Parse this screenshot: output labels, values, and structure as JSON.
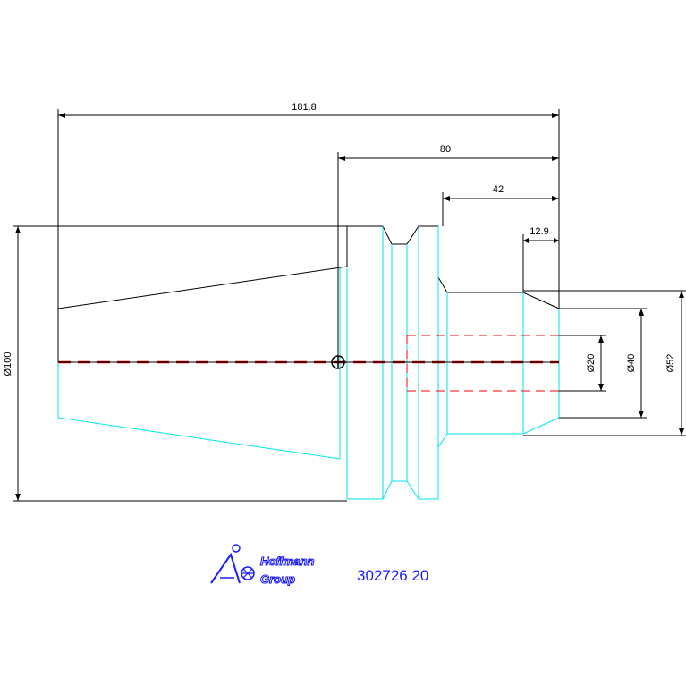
{
  "dimensions": {
    "overall_length": "181.8",
    "length_80": "80",
    "length_42": "42",
    "length_12_9": "12.9",
    "dia_100": "Ø100",
    "dia_20": "Ø20",
    "dia_40": "Ø40",
    "dia_52": "Ø52"
  },
  "logo": {
    "line1": "Hoffmann",
    "line2": "Group"
  },
  "part_number": "302726 20",
  "colors": {
    "outline": "#000000",
    "section": "#00e5ee",
    "hidden": "#ff0000",
    "brand": "#1a1aff"
  }
}
